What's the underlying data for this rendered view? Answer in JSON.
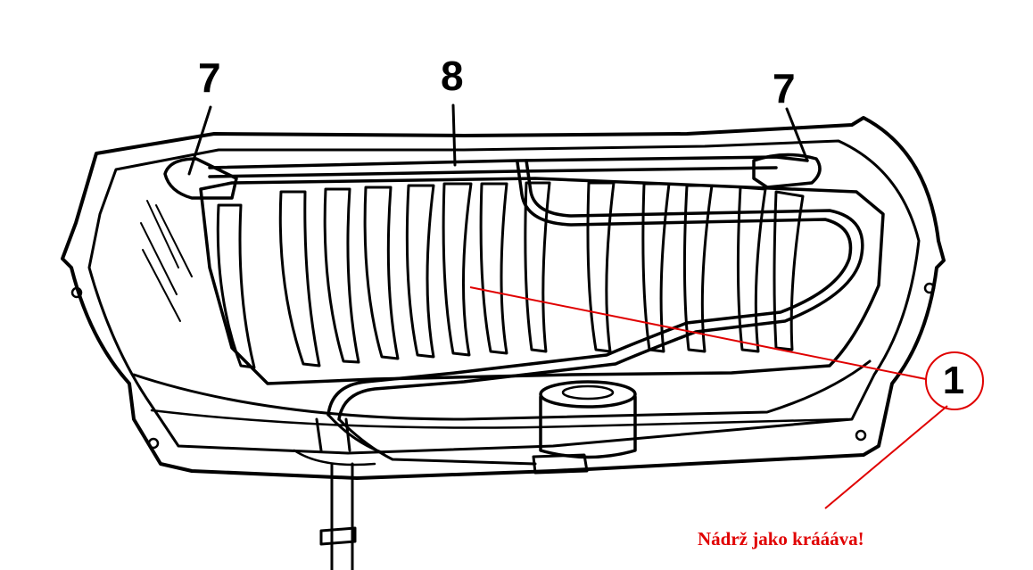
{
  "diagram": {
    "labels": {
      "part_7_left": "7",
      "part_8": "8",
      "part_7_right": "7",
      "part_1": "1"
    },
    "annotation": {
      "text": "Nádrž jako kráááva!",
      "color": "#e00000"
    },
    "colors": {
      "line_art": "#000000",
      "annotation_line": "#e00000",
      "background": "#ffffff"
    }
  }
}
